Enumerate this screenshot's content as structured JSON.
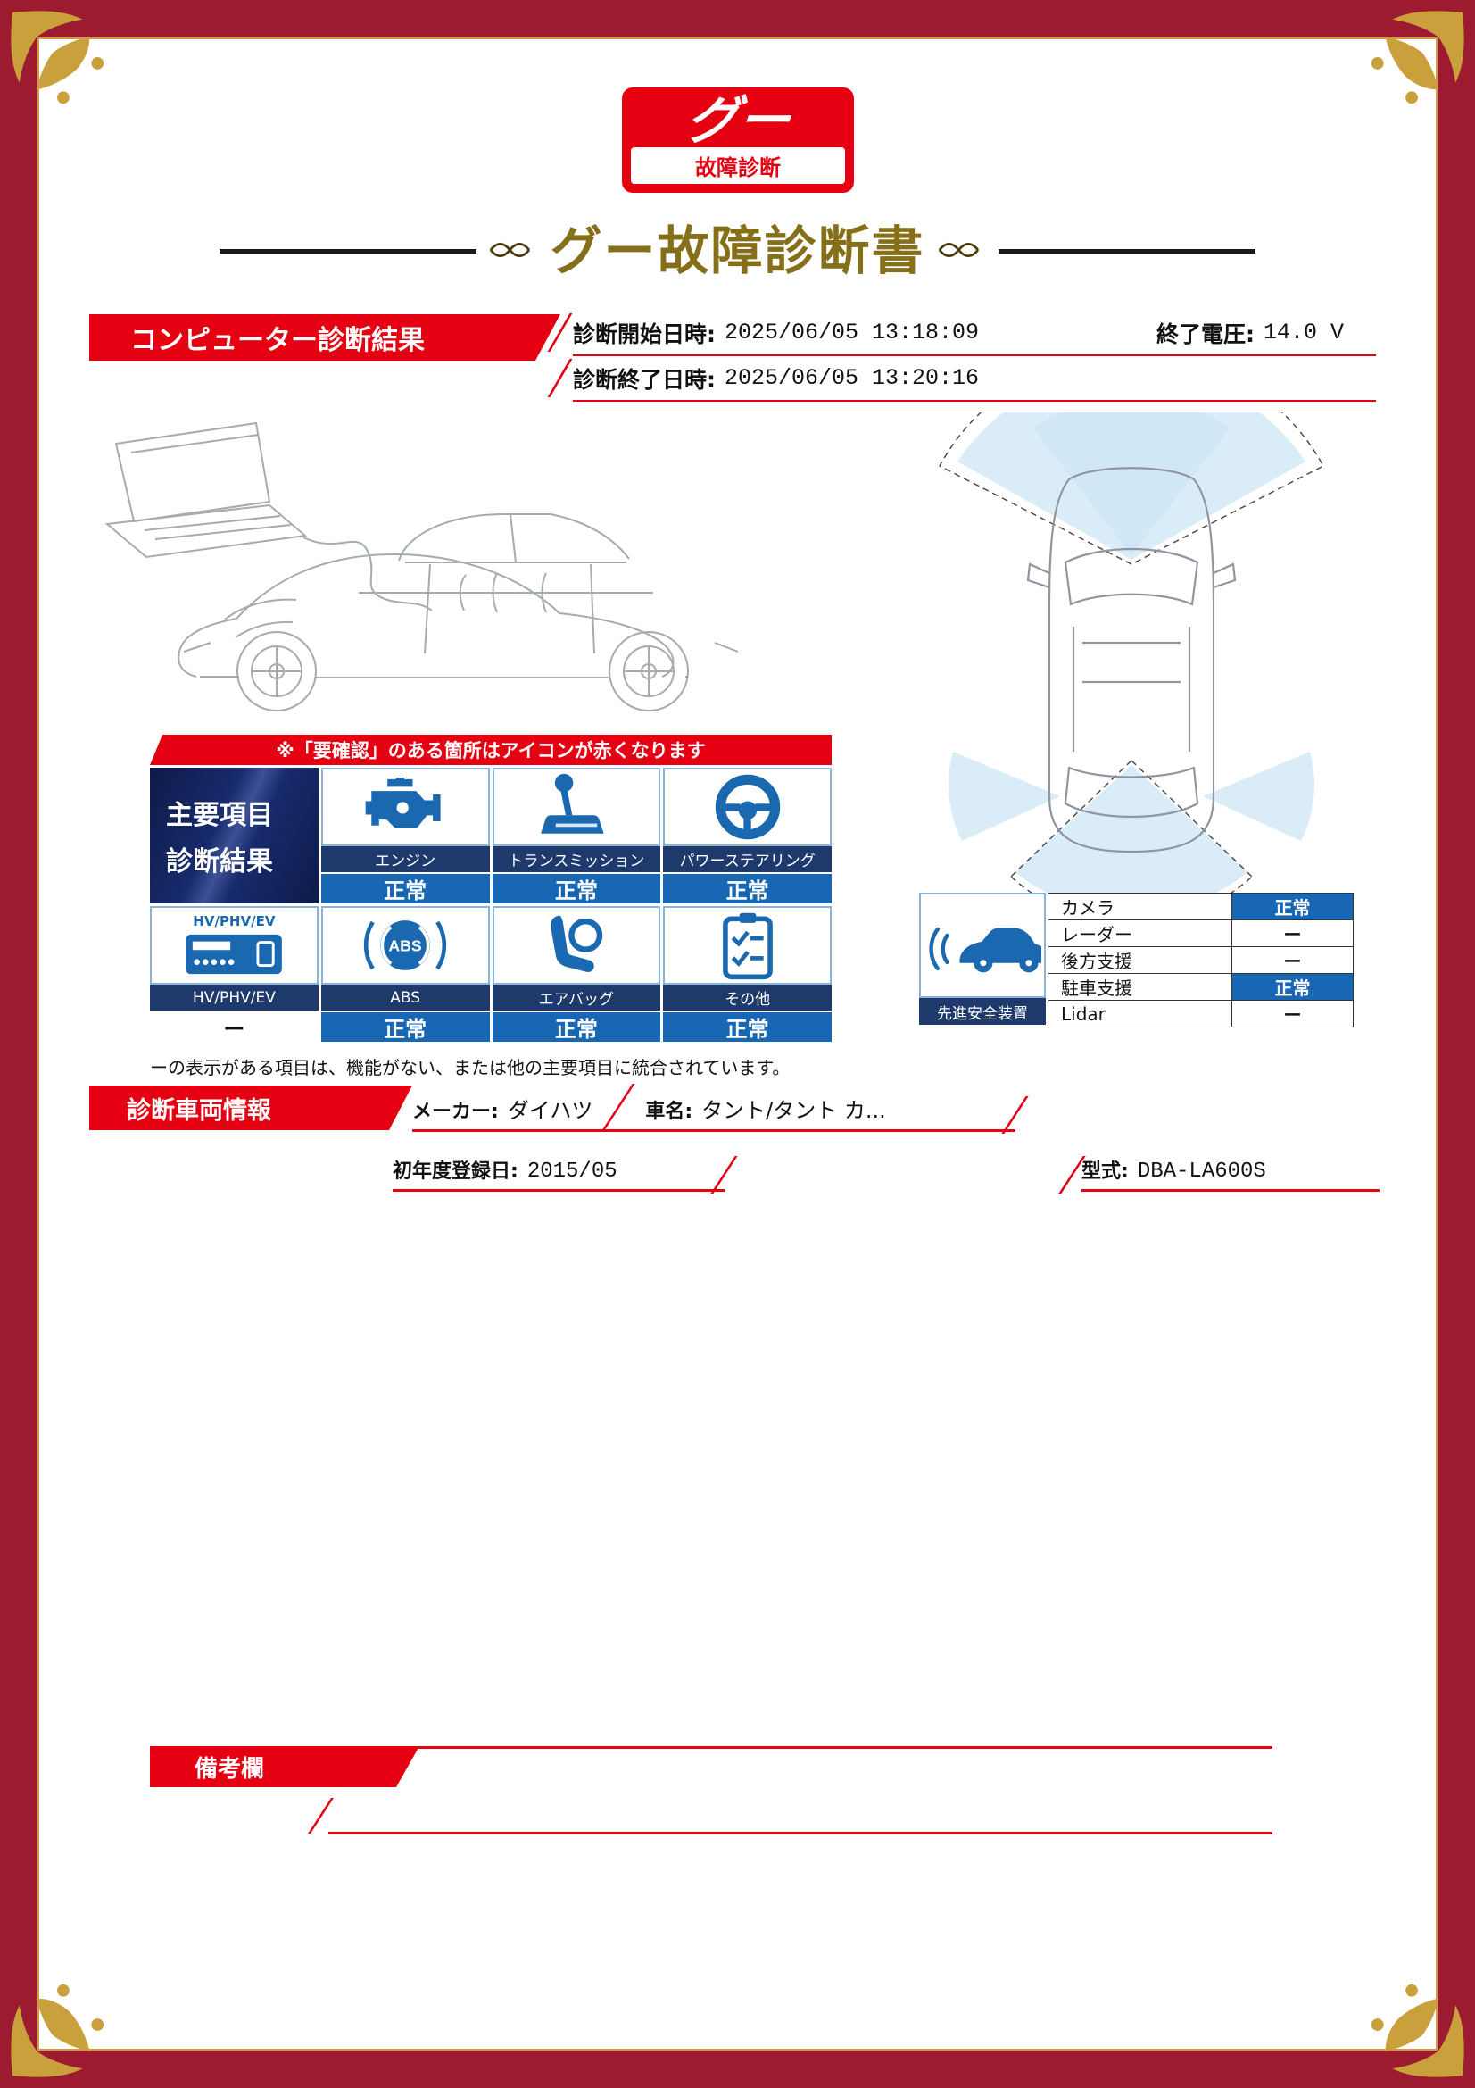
{
  "logo": {
    "brand": "グー",
    "label": "故障診断"
  },
  "title": "グー故障診断書",
  "diagnosis": {
    "banner": "コンピューター診断結果",
    "start_label": "診断開始日時:",
    "start_value": "2025/06/05 13:18:09",
    "voltage_label": "終了電圧:",
    "voltage_value": "14.0 V",
    "end_label": "診断終了日時:",
    "end_value": "2025/06/05 13:20:16"
  },
  "note": "※「要確認」のある箇所はアイコンが赤くなります",
  "grid": {
    "header_line1": "主要項目",
    "header_line2": "診断結果",
    "items": [
      {
        "label": "エンジン",
        "status": "正常"
      },
      {
        "label": "トランスミッション",
        "status": "正常"
      },
      {
        "label": "パワーステアリング",
        "status": "正常"
      },
      {
        "label": "HV/PHV/EV",
        "status": "ー",
        "icon_text": "HV/PHV/EV"
      },
      {
        "label": "ABS",
        "status": "正常",
        "icon_text": "ABS"
      },
      {
        "label": "エアバッグ",
        "status": "正常"
      },
      {
        "label": "その他",
        "status": "正常"
      }
    ]
  },
  "safety": {
    "label": "先進安全装置",
    "rows": [
      {
        "label": "カメラ",
        "status": "正常"
      },
      {
        "label": "レーダー",
        "status": "ー"
      },
      {
        "label": "後方支援",
        "status": "ー"
      },
      {
        "label": "駐車支援",
        "status": "正常"
      },
      {
        "label": "Lidar",
        "status": "ー"
      }
    ]
  },
  "footnote": "ーの表示がある項目は、機能がない、または他の主要項目に統合されています。",
  "vehicle": {
    "banner": "診断車両情報",
    "maker_label": "メーカー:",
    "maker_value": "ダイハツ",
    "name_label": "車名:",
    "name_value": "タント/タント カ...",
    "reg_label": "初年度登録日:",
    "reg_value": "2015/05",
    "model_label": "型式:",
    "model_value": "DBA-LA600S"
  },
  "remarks": {
    "banner": "備考欄"
  },
  "colors": {
    "frame_maroon": "#9c1b2f",
    "accent_red": "#e50012",
    "gold": "#c9a03c",
    "title_bronze": "#857019",
    "navy": "#1e3a6d",
    "status_blue": "#1867b5",
    "icon_blue": "#1a68b0"
  }
}
